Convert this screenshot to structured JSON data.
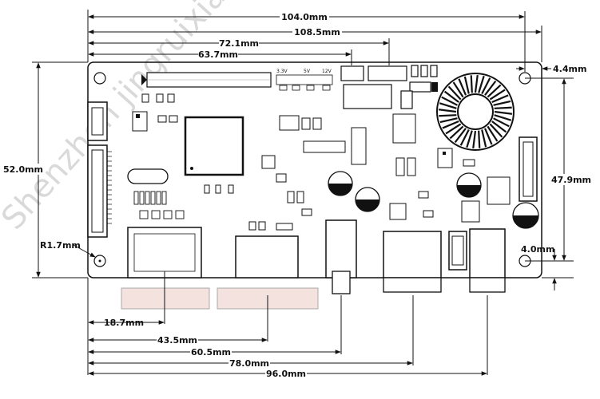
{
  "watermark": "Shenzhen jingruixiang",
  "dimensions": {
    "top_104": "104.0mm",
    "top_108": "108.5mm",
    "top_72": "72.1mm",
    "top_63": "63.7mm",
    "right_4_4": "4.4mm",
    "left_52": "52.0mm",
    "right_47_9": "47.9mm",
    "radius": "R1.7mm",
    "right_4_0": "4.0mm",
    "bottom_18_7": "18.7mm",
    "bottom_43_5": "43.5mm",
    "bottom_60_5": "60.5mm",
    "bottom_78": "78.0mm",
    "bottom_96": "96.0mm"
  },
  "jumper_labels": {
    "v33": "3.3V",
    "v5": "5V",
    "v12": "12V"
  }
}
